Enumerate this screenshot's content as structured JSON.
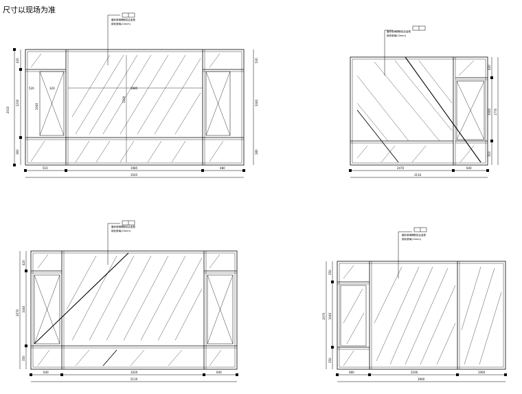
{
  "page": {
    "title": "尺寸以现场为准"
  },
  "elevations": [
    {
      "id": "top-left",
      "callout": [
        "磨砂玻璃隔断铝合金框",
        "钢化玻璃(10mm)"
      ],
      "dims": {
        "bottom": [
          "510",
          "1985",
          "480"
        ],
        "bottom_total": "3545",
        "left": [
          "420",
          "1230",
          "360"
        ],
        "left_total": "2010",
        "right": [
          "530",
          "1040",
          "280"
        ],
        "inner": [
          "520",
          "1040",
          "320",
          "1985",
          "1200"
        ]
      }
    },
    {
      "id": "top-right",
      "callout": [
        "磨砂玻璃隔断铝合金框",
        "钢化玻璃(10mm)"
      ],
      "dims": {
        "bottom": [
          "2470",
          "640"
        ],
        "bottom_total": "3110",
        "right": [
          "420",
          "1040",
          "310"
        ],
        "right_total": "1770"
      }
    },
    {
      "id": "bottom-left",
      "callout": [
        "磨砂玻璃隔断铝合金框",
        "钢化玻璃(10mm)"
      ],
      "dims": {
        "bottom": [
          "640",
          "3420",
          "640"
        ],
        "bottom_total": "5110",
        "left": [
          "420",
          "1040",
          "350"
        ],
        "left_total": "2070"
      }
    },
    {
      "id": "bottom-right",
      "callout": [
        "磨砂玻璃隔断铝合金框",
        "钢化玻璃(10mm)"
      ],
      "dims": {
        "bottom": [
          "480",
          "2160",
          "1060"
        ],
        "bottom_total": "3900",
        "left": [
          "350",
          "1040",
          "350"
        ],
        "left_total": "2070"
      }
    }
  ]
}
